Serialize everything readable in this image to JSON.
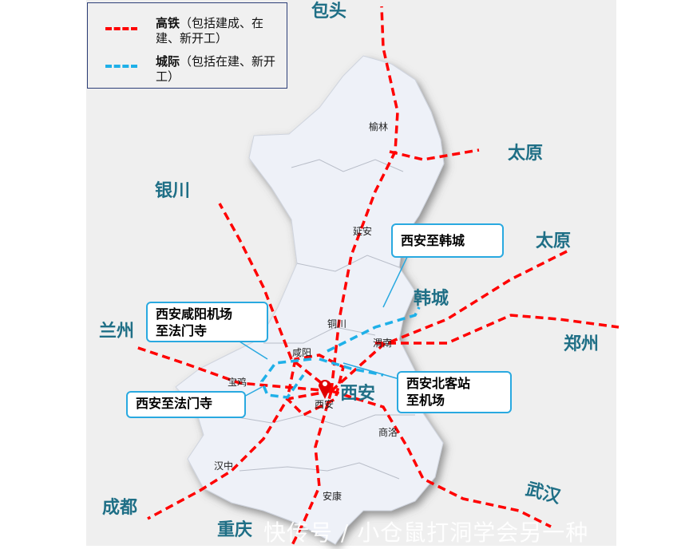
{
  "legend": {
    "high_speed": {
      "label": "高铁",
      "desc": "（包括建成、在建、新开工）",
      "color": "#ff0000"
    },
    "intercity": {
      "label": "城际",
      "desc": "（包括在建、新开工）",
      "color": "#1fb0e8"
    }
  },
  "cities": {
    "baotou": "包头",
    "taiyuan_1": "太原",
    "taiyuan_2": "太原",
    "yinchuan": "银川",
    "hancheng": "韩城",
    "zhengzhou": "郑州",
    "lanzhou": "兰州",
    "xian": "西安",
    "chengdu": "成都",
    "chongqing": "重庆",
    "wuhan": "武汉"
  },
  "towns": {
    "yulin": "榆林",
    "yanan": "延安",
    "tongchuan": "铜川",
    "weinan": "渭南",
    "xianyang": "咸阳",
    "baoji": "宝鸡",
    "xian_small": "西安",
    "shangluo": "商洛",
    "hanzhong": "汉中",
    "ankang": "安康"
  },
  "callouts": {
    "xian_hancheng": "西安至韩城",
    "airport_famen": [
      "西安咸阳机场",
      "至法门寺"
    ],
    "xian_famen": "西安至法门寺",
    "north_station_airport": [
      "西安北客站",
      "至机场"
    ]
  },
  "marker_icon": "map-pin-icon",
  "watermark": "快传号 / 小仓鼠打洞学会另一种"
}
